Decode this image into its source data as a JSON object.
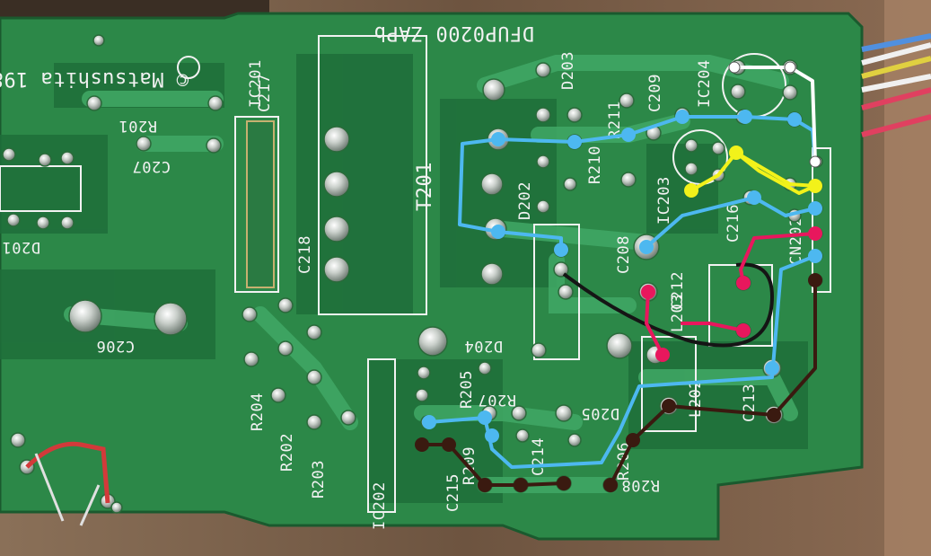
{
  "board": {
    "header_code": "DFUP0200 ZAPb",
    "maker": "© Matsushita 198",
    "transformer": "T201",
    "connector": "CN202"
  },
  "labels": [
    {
      "id": "ic201",
      "text": "IC201"
    },
    {
      "id": "ic202",
      "text": "IC202"
    },
    {
      "id": "ic203",
      "text": "IC203"
    },
    {
      "id": "ic204",
      "text": "IC204"
    },
    {
      "id": "r201",
      "text": "R201"
    },
    {
      "id": "r202",
      "text": "R202"
    },
    {
      "id": "r203",
      "text": "R203"
    },
    {
      "id": "r204",
      "text": "R204"
    },
    {
      "id": "r205",
      "text": "R205"
    },
    {
      "id": "r206",
      "text": "R206"
    },
    {
      "id": "r207",
      "text": "R207"
    },
    {
      "id": "r208",
      "text": "R208"
    },
    {
      "id": "r209",
      "text": "R209"
    },
    {
      "id": "r210",
      "text": "R210"
    },
    {
      "id": "r211",
      "text": "R211"
    },
    {
      "id": "c206",
      "text": "C206"
    },
    {
      "id": "c207",
      "text": "C207"
    },
    {
      "id": "c208",
      "text": "C208"
    },
    {
      "id": "c209",
      "text": "C209"
    },
    {
      "id": "c212",
      "text": "C212"
    },
    {
      "id": "c213",
      "text": "C213"
    },
    {
      "id": "c214",
      "text": "C214"
    },
    {
      "id": "c215",
      "text": "C215"
    },
    {
      "id": "c216",
      "text": "C216"
    },
    {
      "id": "c217",
      "text": "C217"
    },
    {
      "id": "c218",
      "text": "C218"
    },
    {
      "id": "d201",
      "text": "D201"
    },
    {
      "id": "d202",
      "text": "D202"
    },
    {
      "id": "d203",
      "text": "D203"
    },
    {
      "id": "d204",
      "text": "D204"
    },
    {
      "id": "d205",
      "text": "D205"
    },
    {
      "id": "l202",
      "text": "L202"
    },
    {
      "id": "l203",
      "text": "L203"
    }
  ],
  "trace_colors": {
    "blue": "#4db8f0",
    "yellow": "#f2f21a",
    "pink": "#e8175d",
    "brown": "#3a1a10",
    "white": "#ffffff"
  },
  "colors": {
    "board": "#2e8a4c",
    "board_dark": "#1d6b38",
    "copper_trace": "#3ea060",
    "wood": "#7a6450",
    "silkscreen": "#f2f2f2",
    "solder": "#c8ccc8"
  }
}
